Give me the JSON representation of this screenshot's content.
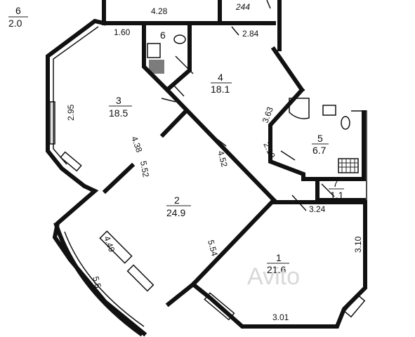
{
  "rooms": [
    {
      "id": "1",
      "area": "21.6"
    },
    {
      "id": "2",
      "area": "24.9"
    },
    {
      "id": "3",
      "area": "18.5"
    },
    {
      "id": "4",
      "area": "18.1"
    },
    {
      "id": "5",
      "area": "6.7"
    },
    {
      "id": "6",
      "area": "2.0"
    },
    {
      "id": "6",
      "label_only": true
    },
    {
      "id": "7",
      "area": "1.1"
    }
  ],
  "dimensions": {
    "d_428": "4.28",
    "d_244": "244",
    "d_160": "1.60",
    "d_284": "2.84",
    "d_295": "2.95",
    "d_363": "3.63",
    "d_438": "4.38",
    "d_452": "4.52",
    "d_552": "5.52",
    "d_210": "2.10",
    "d_324": "3.24",
    "d_310": "3.10",
    "d_449": "4.49",
    "d_554": "5.54",
    "d_55": "5.5",
    "d_301": "3.01"
  },
  "watermark": "Avito"
}
